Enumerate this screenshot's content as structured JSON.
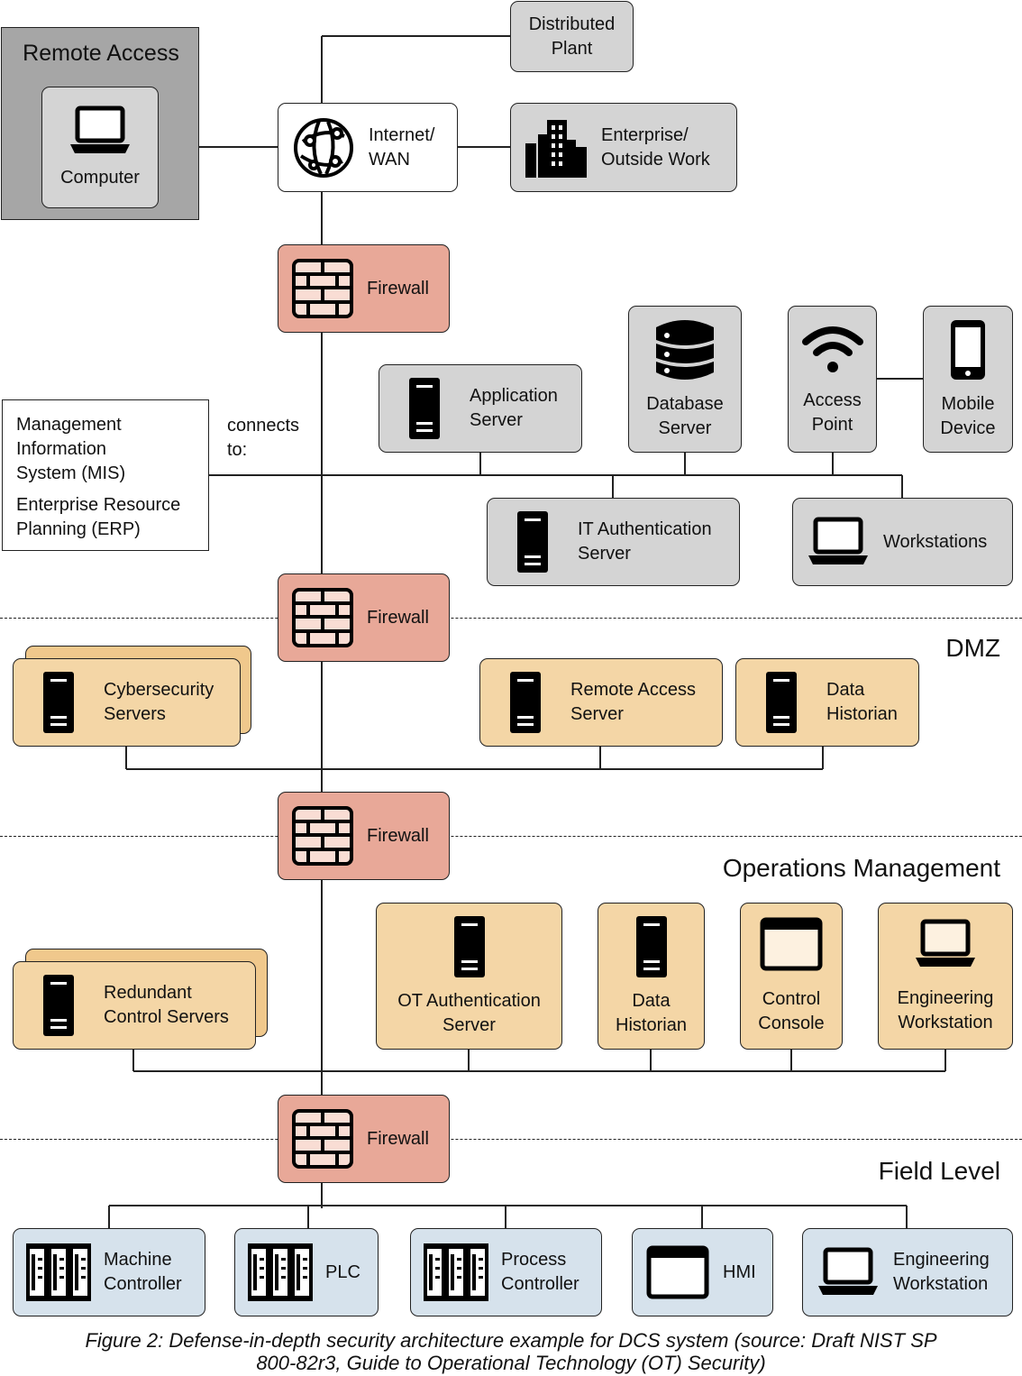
{
  "remote_access": {
    "title": "Remote Access",
    "computer_label": "Computer"
  },
  "internet": {
    "label": "Internet/\nWAN",
    "icon": "globe-network-icon"
  },
  "distributed_plant": {
    "label": "Distributed\nPlant"
  },
  "enterprise": {
    "label": "Enterprise/\nOutside Work",
    "icon": "office-buildings-icon"
  },
  "firewall_label": "Firewall",
  "business_network": {
    "connects_label": "connects\nto:",
    "mis_lines": [
      "Management\nInformation\nSystem (MIS)",
      "Enterprise Resource\nPlanning (ERP)"
    ],
    "application_server": "Application\nServer",
    "database_server": "Database\nServer",
    "access_point": "Access\nPoint",
    "mobile_device": "Mobile\nDevice",
    "it_auth_server": "IT Authentication\nServer",
    "workstations": "Workstations"
  },
  "dmz": {
    "zone_label": "DMZ",
    "cybersecurity_servers": "Cybersecurity\nServers",
    "remote_access_server": "Remote Access\nServer",
    "data_historian": "Data\nHistorian"
  },
  "operations": {
    "zone_label": "Operations Management",
    "redundant_control_servers": "Redundant\nControl Servers",
    "ot_auth_server": "OT Authentication\nServer",
    "data_historian": "Data\nHistorian",
    "control_console": "Control\nConsole",
    "engineering_workstation": "Engineering\nWorkstation"
  },
  "field": {
    "zone_label": "Field Level",
    "machine_controller": "Machine\nController",
    "plc": "PLC",
    "process_controller": "Process\nController",
    "hmi": "HMI",
    "engineering_workstation": "Engineering\nWorkstation"
  },
  "colors": {
    "it_gray": "#d4d4d4",
    "firewall": "#e8a898",
    "ot_tan": "#f4d6a6",
    "field_blue": "#d6e2ec",
    "remote_zone": "#a6a6a6"
  },
  "caption": "Figure 2: Defense-in-depth security architecture example for DCS system (source: Draft NIST SP\n800-82r3, Guide to Operational Technology (OT) Security)"
}
